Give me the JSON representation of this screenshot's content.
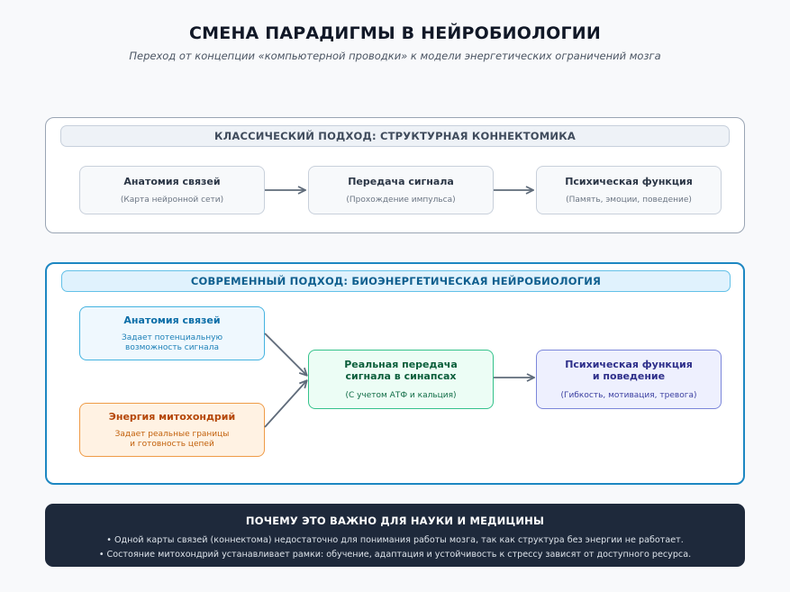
{
  "header": {
    "title": "СМЕНА ПАРАДИГМЫ В НЕЙРОБИОЛОГИИ",
    "subtitle": "Переход от концепции «компьютерной проводки» к модели энергетических ограничений мозга"
  },
  "classic": {
    "heading": "КЛАССИЧЕСКИЙ ПОДХОД: СТРУКТУРНАЯ КОННЕКТОМИКА",
    "nodes": [
      {
        "title": "Анатомия связей",
        "subtitle": "(Карта нейронной сети)"
      },
      {
        "title": "Передача сигнала",
        "subtitle": "(Прохождение импульса)"
      },
      {
        "title": "Психическая функция",
        "subtitle": "(Память, эмоции, поведение)"
      }
    ]
  },
  "modern": {
    "heading": "СОВРЕМЕННЫЙ ПОДХОД: БИОЭНЕРГЕТИЧЕСКАЯ НЕЙРОБИОЛОГИЯ",
    "anatomy": {
      "title": "Анатомия связей",
      "subtitle_1": "Задает потенциальную",
      "subtitle_2": "возможность сигнала"
    },
    "mitochondria": {
      "title": "Энергия митохондрий",
      "subtitle_1": "Задает реальные границы",
      "subtitle_2": "и готовность цепей"
    },
    "transmission": {
      "title_1": "Реальная передача",
      "title_2": "сигнала в синапсах",
      "subtitle": "(С учетом АТФ и кальция)"
    },
    "function": {
      "title_1": "Психическая функция",
      "title_2": "и поведение",
      "subtitle": "(Гибкость, мотивация, тревога)"
    }
  },
  "footer": {
    "title": "ПОЧЕМУ ЭТО ВАЖНО ДЛЯ НАУКИ И МЕДИЦИНЫ",
    "line_1": "• Одной карты связей (коннектома) недостаточно для понимания работы мозга, так как структура без энергии не работает.",
    "line_2": "• Состояние митохондрий устанавливает рамки: обучение, адаптация и устойчивость к стрессу зависят от доступного ресурса."
  },
  "colors": {
    "arrow": "#5f6b7a",
    "classic_border": "#9aa5b4",
    "modern_border": "#1d87c2",
    "footer_bg": "#1e293b"
  }
}
